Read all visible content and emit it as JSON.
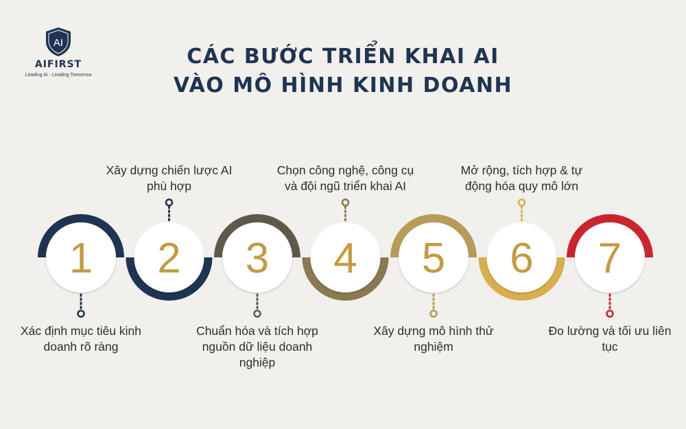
{
  "logo": {
    "mark": "AI",
    "name": "AIFIRST",
    "tagline": "Leading AI - Leading Tomorrow"
  },
  "title": {
    "line1": "CÁC BƯỚC TRIỂN KHAI AI",
    "line2": "VÀO MÔ HÌNH KINH DOANH"
  },
  "colors": {
    "background": "#f2f0ec",
    "title": "#1f3452",
    "number": "#c39b45",
    "text": "#2d2d2d"
  },
  "steps": [
    {
      "number": "1",
      "label": "Xác định mục tiêu kinh doanh rõ ràng",
      "arc_color": "#1f3452"
    },
    {
      "number": "2",
      "label": "Xây dựng chiến lược AI phù hợp",
      "arc_color": "#1f3452"
    },
    {
      "number": "3",
      "label": "Chuẩn hóa và tích hợp nguồn dữ liệu doanh nghiệp",
      "arc_color": "#5e5a4b"
    },
    {
      "number": "4",
      "label": "Chọn công nghệ, công cụ và đội ngũ triển khai AI",
      "arc_color": "#8a7a52"
    },
    {
      "number": "5",
      "label": "Xây dựng mô hình thử nghiệm",
      "arc_color": "#b89a5a"
    },
    {
      "number": "6",
      "label": "Mở rộng, tích hợp & tự động hóa quy mô lớn",
      "arc_color": "#d9ae4e"
    },
    {
      "number": "7",
      "label": "Đo lường và tối ưu liên tục",
      "arc_color": "#c8262f"
    }
  ]
}
